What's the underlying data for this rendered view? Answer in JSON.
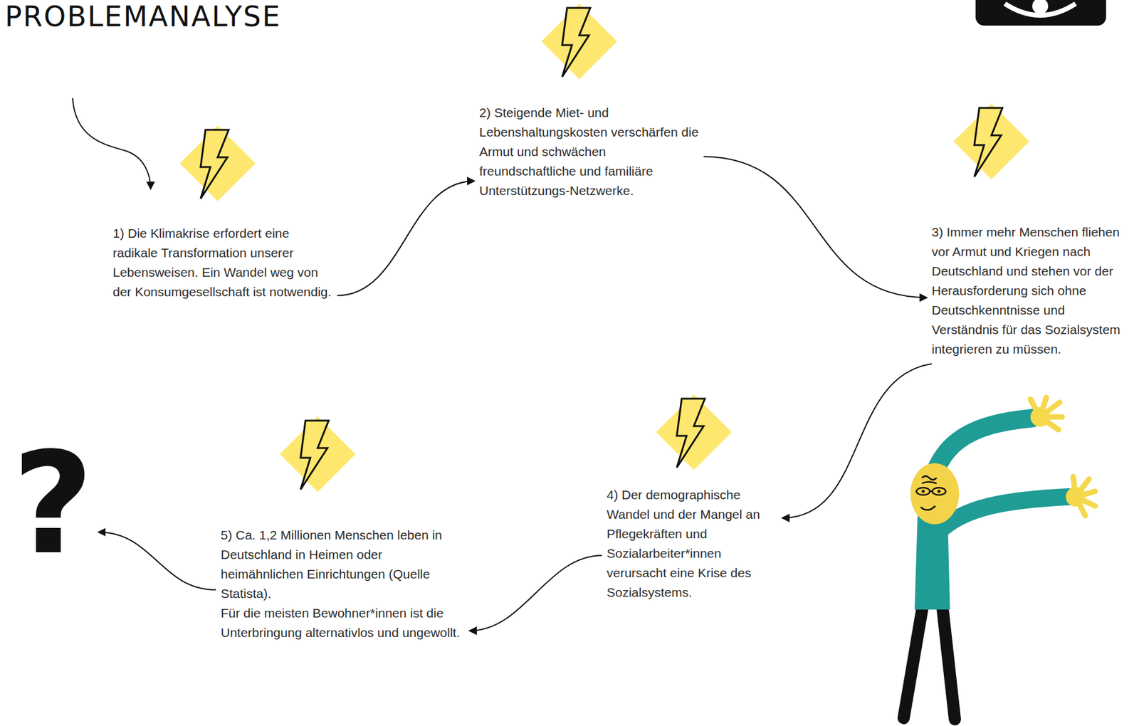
{
  "diagram": {
    "title": "PROBLEMANALYSE",
    "nodes": [
      {
        "text": [
          "1) Die Klimakrise erfordert eine radikale Transformation unserer Lebensweisen. Ein Wandel weg von der Konsumgesellschaft ist notwendig."
        ]
      },
      {
        "text": [
          "2) Steigende Miet- und Lebenshaltungskosten verschärfen die Armut und schwächen freundschaftliche und familiäre Unterstützungs-Netzwerke."
        ]
      },
      {
        "text": [
          "3) Immer mehr Menschen fliehen vor Armut und Kriegen nach Deutschland und stehen vor der Herausforderung sich ohne Deutschkenntnisse und Verständnis für das Sozialsystem integrieren zu müssen."
        ]
      },
      {
        "text": [
          "4) Der demographische Wandel und der Mangel an Pflegekräften und Sozialarbeiter*innen verursacht eine Krise des Sozialsystems."
        ]
      },
      {
        "text": [
          "5) Ca. 1,2 Millionen Menschen leben in Deutschland in Heimen oder heimähnlichen Einrichtungen (Quelle Statista).",
          "Für die meisten Bewohner*innen ist die Unterbringung alternativlos und ungewollt."
        ]
      },
      {
        "text": [
          "?"
        ]
      }
    ],
    "edges": [
      {
        "from": 0,
        "to": 1,
        "arrow": "to"
      },
      {
        "from": 1,
        "to": 2,
        "arrow": "to"
      },
      {
        "from": 2,
        "to": 3,
        "arrow": "to"
      },
      {
        "from": 3,
        "to": 4,
        "arrow": "to"
      },
      {
        "from": 4,
        "to": 5,
        "arrow": "to"
      }
    ]
  }
}
